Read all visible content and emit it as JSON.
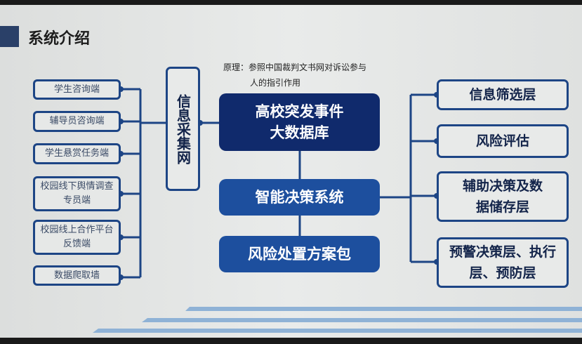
{
  "title": "系统介绍",
  "principle": {
    "line1": "原理：参照中国裁判文书网对诉讼参与",
    "line2": "人的指引作用"
  },
  "left_items": [
    "学生咨询端",
    "辅导员咨询端",
    "学生悬赏任务端",
    "校园线下舆情调查专员端",
    "校园线上合作平台反馈端",
    "数据爬取墙"
  ],
  "collector": "信息采集网",
  "center": [
    "高校突发事件大数据库",
    "智能决策系统",
    "风险处置方案包"
  ],
  "right_items": [
    "信息筛选层",
    "风险评估",
    "辅助决策及数据储存层",
    "预警决策层、执行层、预防层"
  ],
  "colors": {
    "navy": "#102a6c",
    "blue": "#1d4f9e",
    "stripe": "#8fb2d6"
  }
}
